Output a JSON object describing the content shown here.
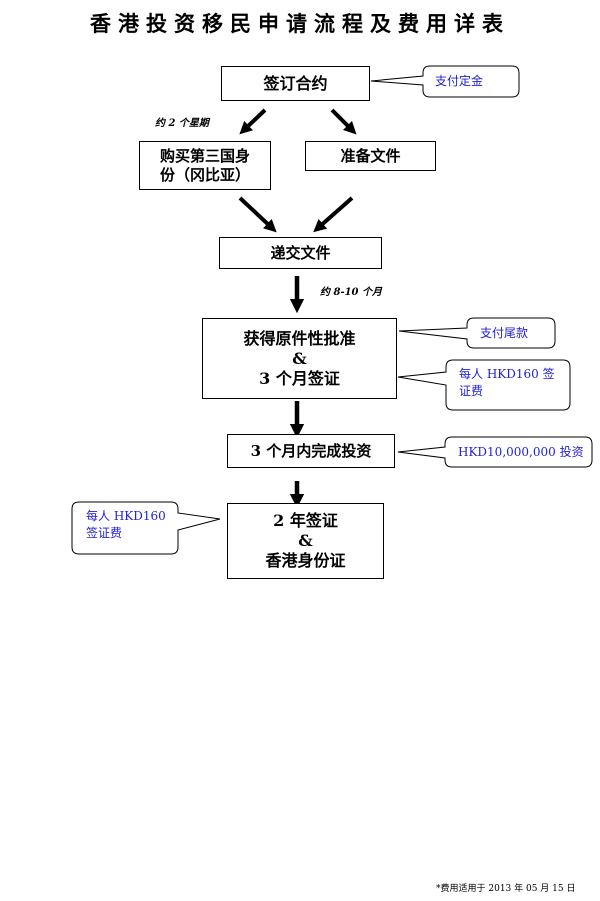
{
  "title": "香港投资移民申请流程及费用详表",
  "steps": {
    "sign_contract": "签订合约",
    "buy_identity": [
      "购买第三国身",
      "份（冈比亚）"
    ],
    "prepare_docs": "准备文件",
    "submit_docs": "递交文件",
    "approval": [
      "获得原件性批准",
      "&",
      "3 个月签证"
    ],
    "invest": "3 个月内完成投资",
    "final": [
      "2 年签证",
      "&",
      "香港身份证"
    ]
  },
  "notes": {
    "two_weeks": "约 2 个星期",
    "months": "约 8-10 个月"
  },
  "callouts": {
    "deposit": "支付定金",
    "balance": "支付尾款",
    "visa_fee_right": "每人 HKD160 签证费",
    "investment": "HKD10,000,000 投资",
    "visa_fee_left": "每人 HKD160 签证费"
  },
  "footnote": "*费用适用于 2013 年 05 月 15 日"
}
